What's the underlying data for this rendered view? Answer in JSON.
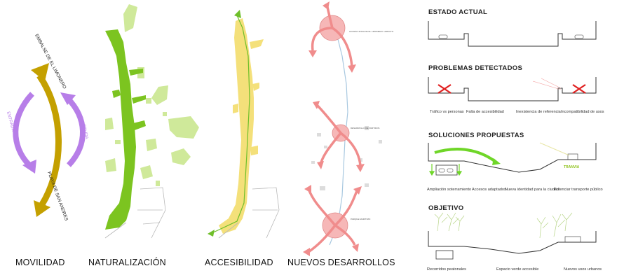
{
  "panels": {
    "movilidad": {
      "label": "MOVILIDAD",
      "north_label": "EMBALSE DE EL LIMONERO",
      "south_label": "PLAYA DE SAN ANDRES",
      "left_label": "ENTRADA",
      "right_label": "SALIDA"
    },
    "naturalizacion": {
      "label": "NATURALIZACIÓN"
    },
    "accesibilidad": {
      "label": "ACCESIBILIDAD"
    },
    "nuevos_desarrollos": {
      "label": "NUEVOS DESARROLLOS",
      "node_top": "ACCESO ZONA DE EL LIMONERO / ARROYO",
      "node_mid": "DESARROLLO DE PARTIDOS",
      "node_bottom": "PARQUE MARITIMO"
    }
  },
  "sections": {
    "estado_actual": {
      "title": "ESTADO ACTUAL"
    },
    "problemas": {
      "title": "PROBLEMAS DETECTADOS",
      "captions": [
        "Tráfico vs personas",
        "Falta de accesibilidad",
        "Inexistencia de referencia",
        "Incompatibilidad de usos"
      ]
    },
    "soluciones": {
      "title": "SOLUCIONES PROPUESTAS",
      "tag": "TRANVIA",
      "captions": [
        "Ampliación soterramiento",
        "Accesos adaptados",
        "Nueva identidad para la ciudad",
        "Potenciar transporte público"
      ]
    },
    "objetivo": {
      "title": "OBJETIVO",
      "captions": [
        "Recorridos peatonales",
        "Espacio verde accesible",
        "Nuevos usos urbanos"
      ]
    }
  },
  "colors": {
    "arrow_gold": "#c4a000",
    "arrow_purple": "#b77ee8",
    "green_dark": "#7cc420",
    "green_light": "#cfe99a",
    "yellow": "#f4e07a",
    "pink": "#f08c8c",
    "x_red": "#e02020"
  }
}
